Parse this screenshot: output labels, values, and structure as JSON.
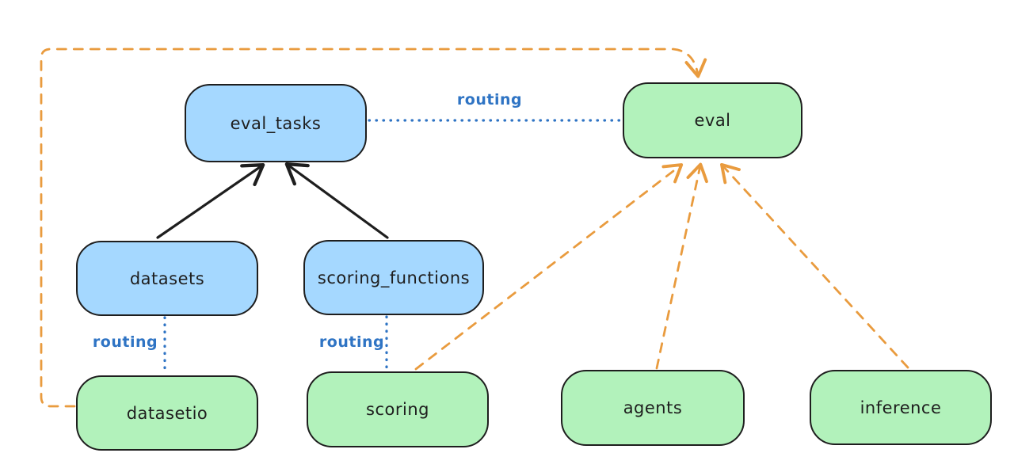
{
  "colors": {
    "background": "#ffffff",
    "node_stroke": "#1e1e1e",
    "blue_fill": "#a5d8ff",
    "green_fill": "#b2f2bb",
    "routing_blue": "#2f74c4",
    "orange_accent": "#e99b3e"
  },
  "labels": {
    "routing": "routing"
  },
  "nodes": {
    "eval_tasks": {
      "label": "eval_tasks",
      "fill": "#a5d8ff"
    },
    "eval": {
      "label": "eval",
      "fill": "#b2f2bb"
    },
    "datasets": {
      "label": "datasets",
      "fill": "#a5d8ff"
    },
    "scoring_functions": {
      "label": "scoring_functions",
      "fill": "#a5d8ff"
    },
    "datasetio": {
      "label": "datasetio",
      "fill": "#b2f2bb"
    },
    "scoring": {
      "label": "scoring",
      "fill": "#b2f2bb"
    },
    "agents": {
      "label": "agents",
      "fill": "#b2f2bb"
    },
    "inference": {
      "label": "inference",
      "fill": "#b2f2bb"
    }
  },
  "edges": [
    {
      "from": "datasets",
      "to": "eval_tasks",
      "style": "solid-black-arrow",
      "label": ""
    },
    {
      "from": "scoring_functions",
      "to": "eval_tasks",
      "style": "solid-black-arrow",
      "label": ""
    },
    {
      "from": "eval_tasks",
      "to": "eval",
      "style": "dotted-blue",
      "label": "routing"
    },
    {
      "from": "datasets",
      "to": "datasetio",
      "style": "dotted-blue",
      "label": "routing"
    },
    {
      "from": "scoring_functions",
      "to": "scoring",
      "style": "dotted-blue",
      "label": "routing"
    },
    {
      "from": "datasetio",
      "to": "eval",
      "style": "dashed-orange-arrow",
      "label": ""
    },
    {
      "from": "scoring",
      "to": "eval",
      "style": "dashed-orange-arrow",
      "label": ""
    },
    {
      "from": "agents",
      "to": "eval",
      "style": "dashed-orange-arrow",
      "label": ""
    },
    {
      "from": "inference",
      "to": "eval",
      "style": "dashed-orange-arrow",
      "label": ""
    }
  ]
}
